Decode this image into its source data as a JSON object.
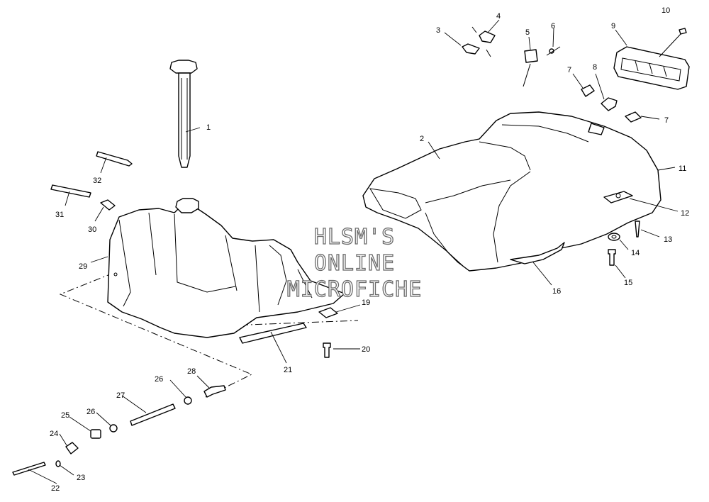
{
  "diagram": {
    "watermark": [
      "HLSM'S",
      "ONLINE",
      "MICROFICHE"
    ],
    "callouts": [
      "1",
      "2",
      "3",
      "4",
      "5",
      "6",
      "7",
      "7",
      "8",
      "9",
      "10",
      "11",
      "12",
      "13",
      "14",
      "15",
      "16",
      "19",
      "20",
      "21",
      "22",
      "23",
      "24",
      "25",
      "26",
      "26",
      "27",
      "28",
      "29",
      "30",
      "31",
      "32"
    ]
  }
}
